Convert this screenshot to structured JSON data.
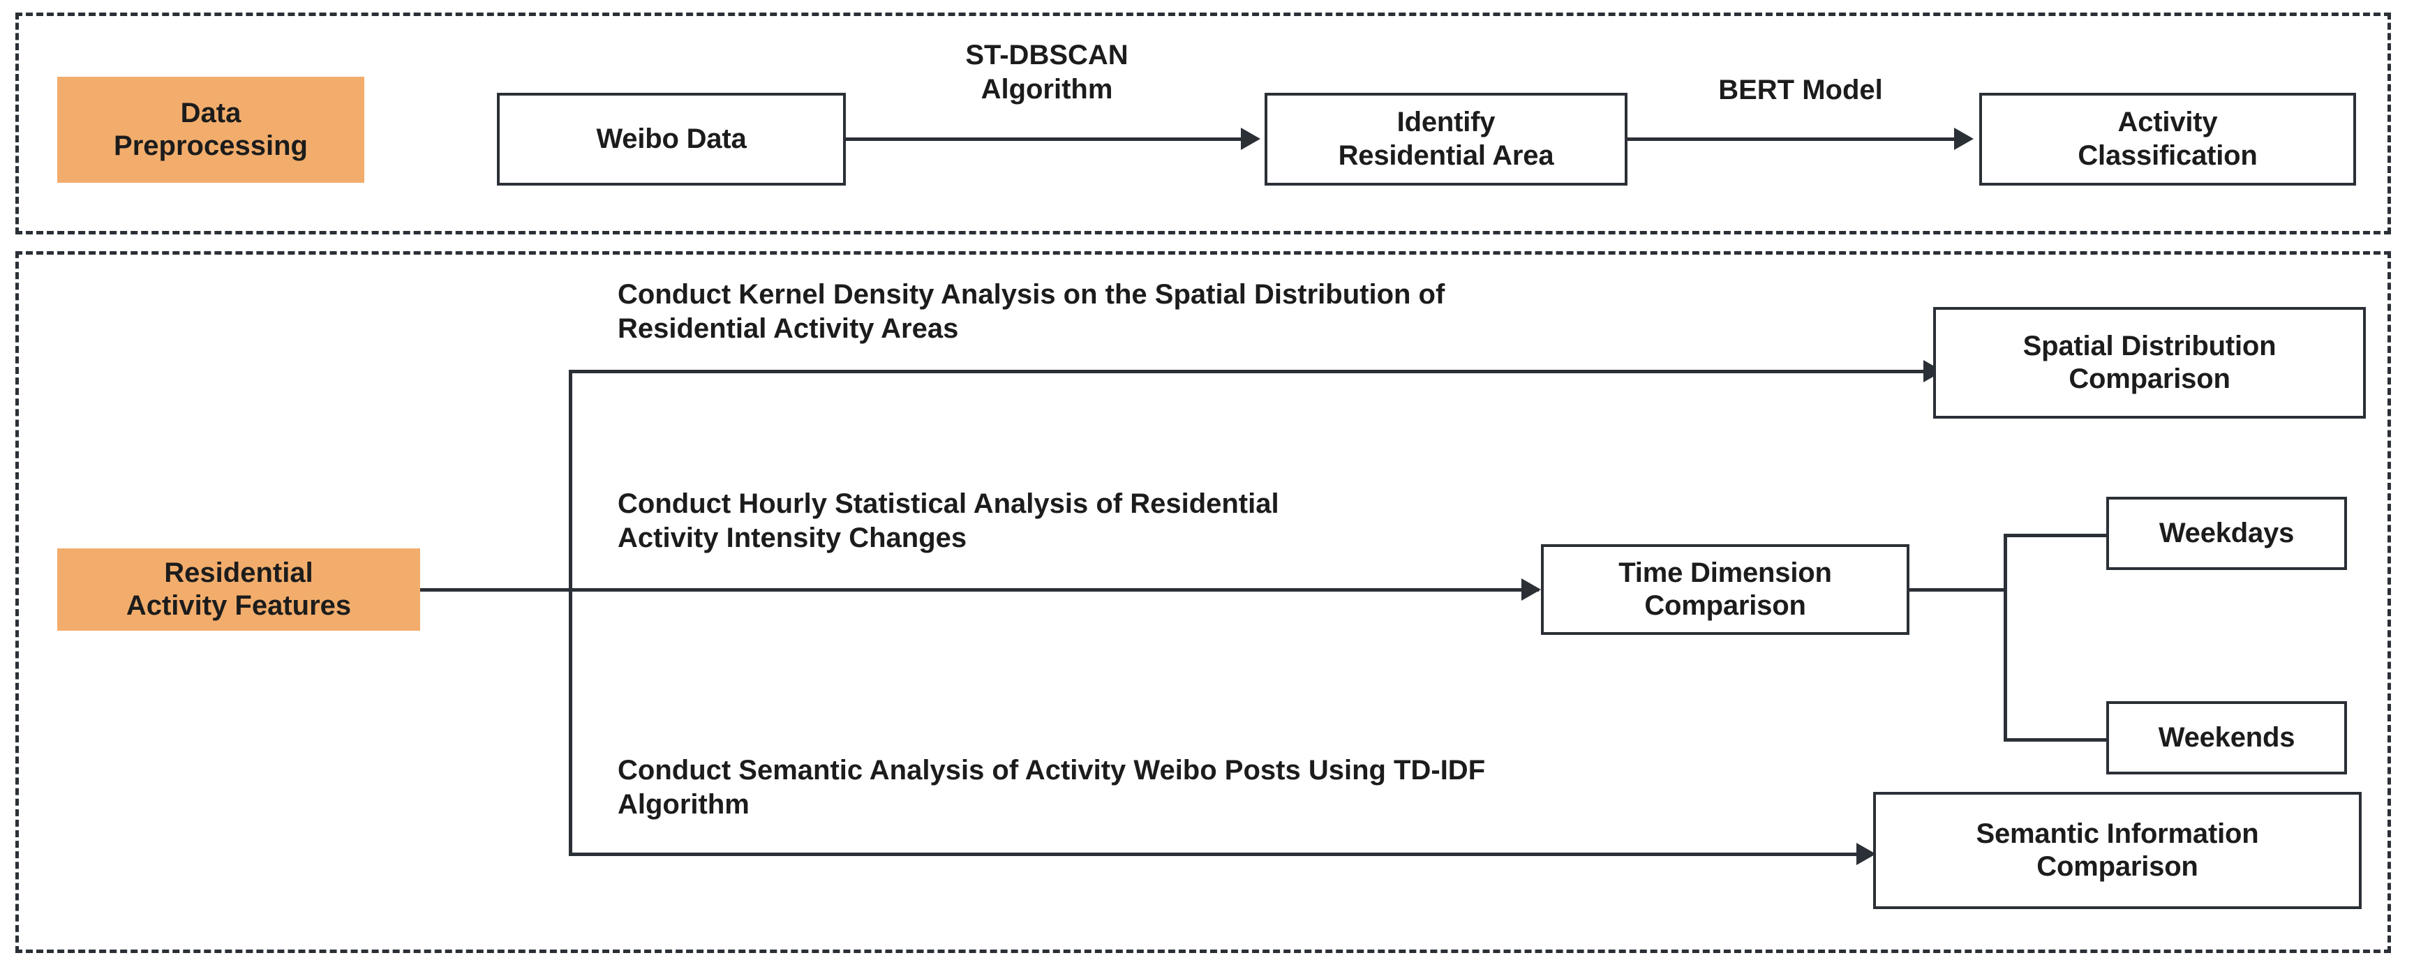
{
  "diagram": {
    "title_hidden": "",
    "accent_color": "#f2ad6c",
    "line_color": "#2b2f36",
    "sections": [
      {
        "id": "data-preprocessing",
        "label": "Data\nPreprocessing"
      },
      {
        "id": "residential-activity-features",
        "label": "Residential\nActivity Features"
      }
    ],
    "preprocessing": {
      "nodes": [
        {
          "id": "weibo-data",
          "label": "Weibo Data"
        },
        {
          "id": "identify-residential-area",
          "label": "Identify\nResidential Area"
        },
        {
          "id": "activity-classification",
          "label": "Activity\nClassification"
        }
      ],
      "edge_labels": [
        {
          "id": "st-dbscan",
          "label": "ST-DBSCAN\nAlgorithm"
        },
        {
          "id": "bert-model",
          "label": "BERT Model"
        }
      ]
    },
    "features": {
      "branches": [
        {
          "id": "kernel-density",
          "description": "Conduct Kernel Density Analysis on the Spatial Distribution of\nResidential Activity Areas",
          "result": "Spatial Distribution\nComparison"
        },
        {
          "id": "hourly-statistics",
          "description": "Conduct Hourly Statistical Analysis of Residential\nActivity Intensity Changes",
          "result": "Time Dimension\nComparison",
          "sub_results": [
            {
              "id": "weekdays",
              "label": "Weekdays"
            },
            {
              "id": "weekends",
              "label": "Weekends"
            }
          ]
        },
        {
          "id": "semantic-analysis",
          "description": "Conduct Semantic Analysis of Activity Weibo Posts Using TD-IDF\nAlgorithm",
          "result": "Semantic Information\nComparison"
        }
      ]
    }
  }
}
